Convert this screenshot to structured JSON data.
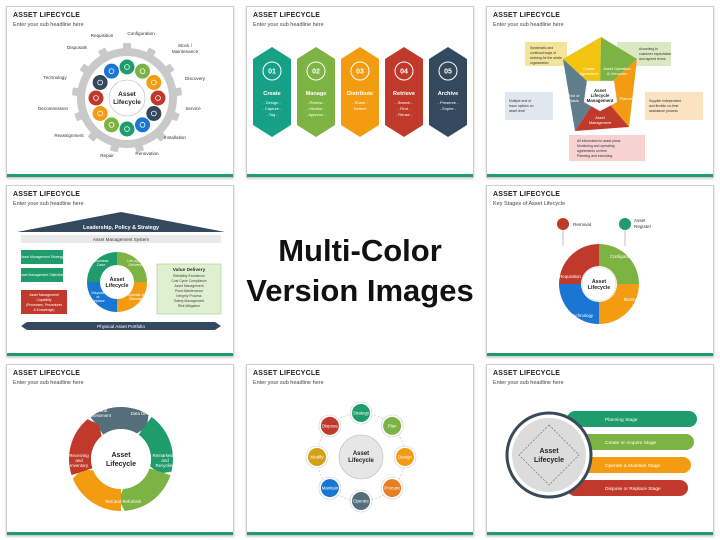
{
  "slide_title": "ASSET LIFECYCLE",
  "slide_subtitle": "Enter your sub headline here",
  "center": {
    "line1": "Multi-Color",
    "line2": "Version Images"
  },
  "s1": {
    "center": [
      "Asset",
      "Lifecycle"
    ],
    "labels": [
      "Requisition",
      "Configuration",
      "Stock /",
      "Maintenance",
      "Disposals",
      "Discovery",
      "Technology",
      "Service",
      "Decommission",
      "Installation",
      "Reassignment",
      "Repair",
      "Renovation"
    ]
  },
  "s2": {
    "items": [
      {
        "num": "01",
        "title": "Create",
        "lines": [
          "- Design -",
          "- Capture -",
          "- Tag -"
        ],
        "color": "#16a085"
      },
      {
        "num": "02",
        "title": "Manage",
        "lines": [
          "- Review -",
          "- Monitor -",
          "- Approve -"
        ],
        "color": "#7cb342"
      },
      {
        "num": "03",
        "title": "Distribute",
        "lines": [
          "- Share -",
          "- Deliver -"
        ],
        "color": "#f39c12"
      },
      {
        "num": "04",
        "title": "Retrieve",
        "lines": [
          "- Search -",
          "- Find -",
          "- Reuse -"
        ],
        "color": "#c0392b"
      },
      {
        "num": "05",
        "title": "Archive",
        "lines": [
          "- Preserve -",
          "- Expire -"
        ],
        "color": "#34495e"
      }
    ]
  },
  "s3": {
    "center": [
      "Asset",
      "Lifecycle",
      "Management"
    ],
    "segments": [
      "Create",
      "Agreement",
      "Asset Operation",
      "& Lifecycles",
      "Planning",
      "Asset",
      "Management",
      "End of",
      "Basis"
    ],
    "notes": {
      "top_left": [
        "Systematic and",
        "continual ways of",
        "working for the whole",
        "organization"
      ],
      "top_right": [
        "According to",
        "customer expectation",
        "and agreed terms"
      ],
      "left": [
        "Multiple end of",
        "issue options on",
        "asset level"
      ],
      "right": [
        "Supplier independent",
        "and flexible on-time",
        "assistance process"
      ],
      "bottom": [
        "All information to asset plans",
        "Monitoring and operating",
        "agreements on time",
        "Planning and executing"
      ]
    }
  },
  "s4": {
    "banner": "Leadership, Policy & Strategy",
    "system": "Asset Management System",
    "left_boxes": [
      "Asset Management Strategy",
      "Asset Management Objectives"
    ],
    "red_box": [
      "Asset Management",
      "Capability",
      "(Processes, Procedures",
      "& Knowledge)"
    ],
    "circle_center": [
      "Asset",
      "Lifecycle"
    ],
    "segments": [
      "Business",
      "Case",
      "Life-cycle",
      "Delivery",
      "Dispose",
      "or",
      "Replace",
      "Operate &",
      "Maintain"
    ],
    "value_title": "Value Delivery",
    "value_lines": [
      "Reliability Excellence",
      "Cost Cycle Compliance",
      "Asset Management",
      "Plant Maintenance",
      "Integrity Process",
      "Safety Management",
      "Risk Mitigation"
    ],
    "portfolio": "Physical Asset Portfolio"
  },
  "s6": {
    "subtitle": "Key Stages of Asset Lifecycle",
    "center": [
      "Asset",
      "Lifecycle"
    ],
    "removal": "Removal",
    "register": [
      "Asset",
      "Register"
    ],
    "labels": [
      "Configuration",
      "Monitoring",
      "Technology",
      "Requisition"
    ]
  },
  "s7": {
    "center": [
      "Asset",
      "Lifecycle"
    ],
    "labels": [
      [
        "Sort and",
        "Assessment"
      ],
      [
        "Data Destruction"
      ],
      [
        "Remarketing",
        "and",
        "Recycling"
      ],
      [
        "Test and Refurbish"
      ],
      [
        "Receiving",
        "and",
        "Inventory"
      ]
    ]
  },
  "s8": {
    "center": [
      "Asset",
      "Lifecycle"
    ],
    "nodes": [
      {
        "label": "Strategy",
        "color": "#1e9c6b"
      },
      {
        "label": "Plan",
        "color": "#7cb342"
      },
      {
        "label": "Design",
        "color": "#f39c12"
      },
      {
        "label": "Procure",
        "color": "#e67e22"
      },
      {
        "label": "Operate",
        "color": "#546e7a"
      },
      {
        "label": "Maintain",
        "color": "#1976d2"
      },
      {
        "label": "Modify",
        "color": "#d4a017"
      },
      {
        "label": "Dispose",
        "color": "#c0392b"
      }
    ]
  },
  "s9": {
    "center": [
      "Asset",
      "Lifecycle"
    ],
    "bars": [
      {
        "label": "Planning Stage",
        "color": "#1e9c6b"
      },
      {
        "label": "Create or Acquire Stage",
        "color": "#7cb342"
      },
      {
        "label": "Operate & Maintain Stage",
        "color": "#f39c12"
      },
      {
        "label": "Dispose or Replace Stage",
        "color": "#c0392b"
      }
    ]
  },
  "colors": {
    "green": "#1e9c6b",
    "lime": "#7cb342",
    "orange": "#f39c12",
    "red": "#c0392b",
    "navy": "#34495e",
    "blue": "#1976d2"
  }
}
